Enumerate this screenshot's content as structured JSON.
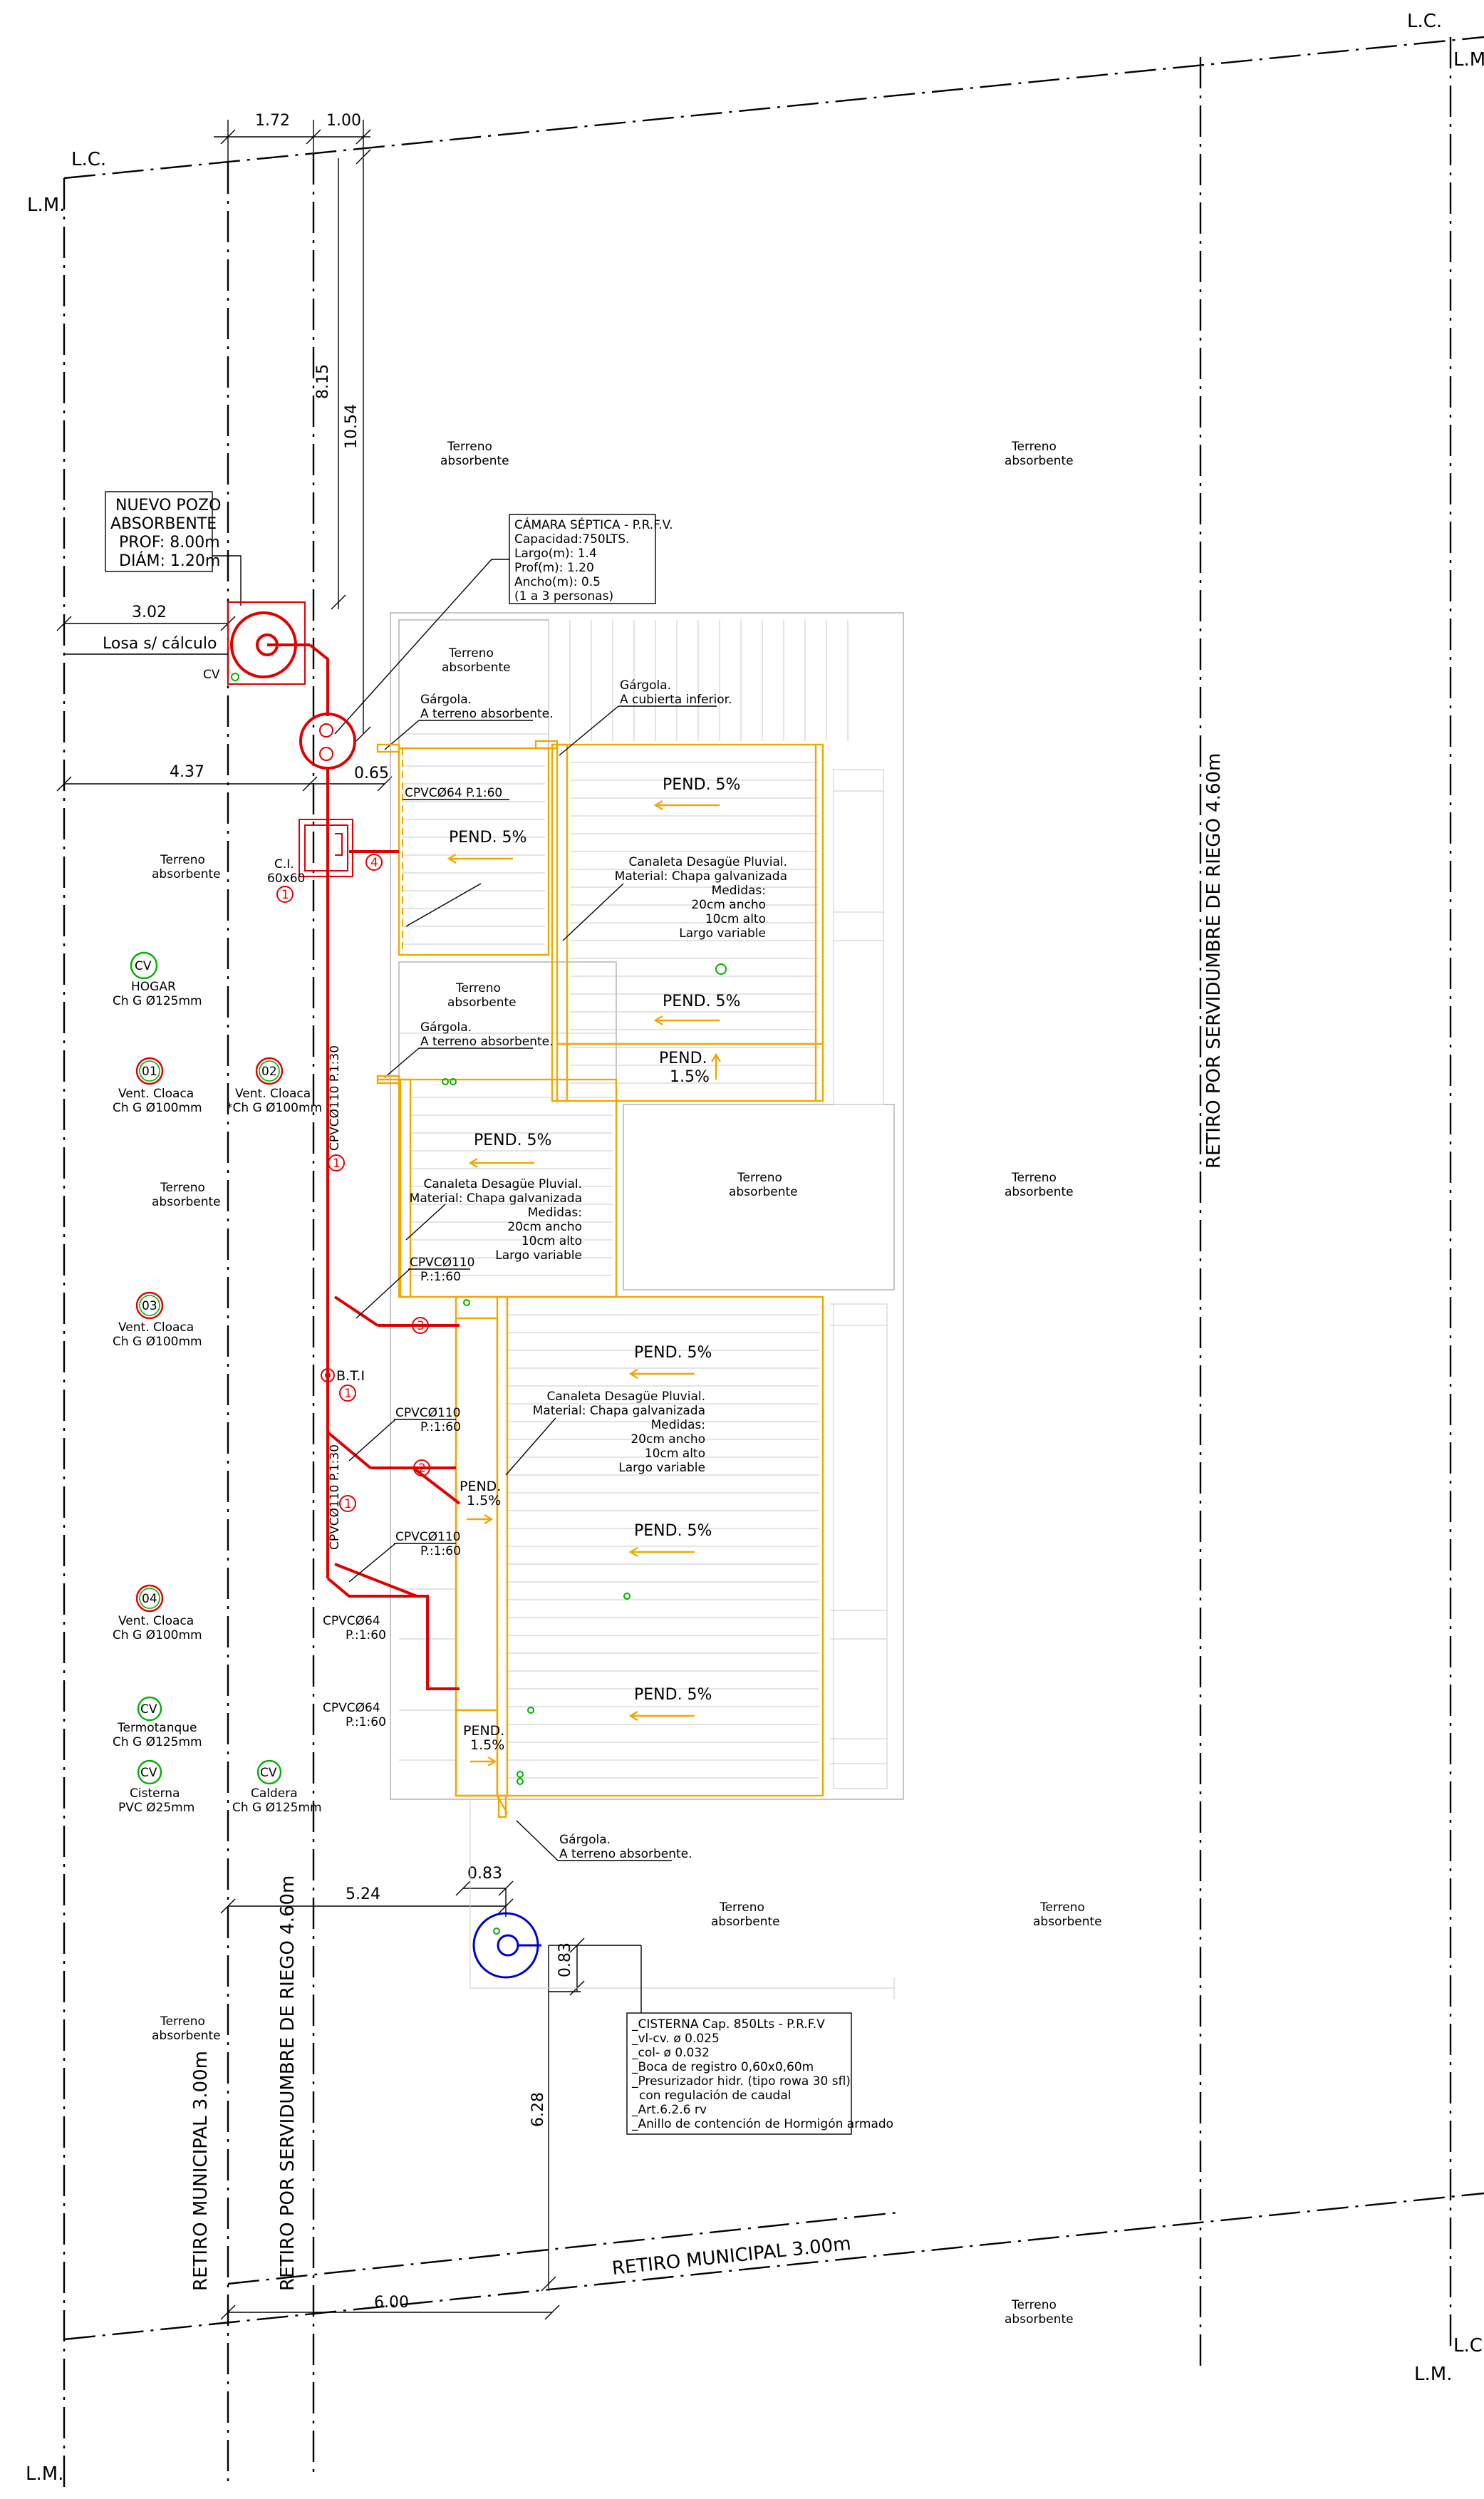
{
  "boundary": {
    "lc": "L.C.",
    "lm": "L.M.",
    "retiro_municipal": "RETIRO MUNICIPAL 3.00m",
    "retiro_riego": "RETIRO POR SERVIDUMBRE DE RIEGO 4.60m"
  },
  "dims": {
    "d172": "1.72",
    "d100": "1.00",
    "d815": "8.15",
    "d1054": "10.54",
    "d302": "3.02",
    "d437": "4.37",
    "d065": "0.65",
    "d524": "5.24",
    "d083": "0.83",
    "d083b": "0.83",
    "d628": "6.28",
    "d600": "6.00"
  },
  "terreno": {
    "l1": "Terreno",
    "l2": "absorbente"
  },
  "pozo": {
    "l1": "NUEVO POZO",
    "l2": "ABSORBENTE",
    "l3": "PROF: 8.00m",
    "l4": "DIÁM: 1.20m",
    "losa": "Losa s/ cálculo",
    "cv": "CV"
  },
  "camara": {
    "l1": "CÁMARA SÉPTICA - P.R.F.V.",
    "l2": "Capacidad:750LTS.",
    "l3": "Largo(m): 1.4",
    "l4": "Prof(m): 1.20",
    "l5": "Ancho(m): 0.5",
    "l6": "(1 a 3 personas)"
  },
  "gargola": {
    "t": "Gárgola.",
    "a_terreno": "A terreno absorbente.",
    "a_cubierta": "A cubierta inferior."
  },
  "pend": {
    "p5": "PEND. 5%",
    "pend": "PEND.",
    "p15": "1.5%"
  },
  "canaleta": {
    "l1": "Canaleta Desagüe Pluvial.",
    "l2": "Material: Chapa galvanizada",
    "l3": "Medidas:",
    "l4": "20cm ancho",
    "l5": "10cm alto",
    "l6": "Largo variable"
  },
  "pipes": {
    "cpvc64": "CPVCØ64 P.1:60",
    "cpvc110a": "CPVCØ110",
    "p160": "P.:1:60",
    "cpvc110v": "CPVCØ110 P.1:30",
    "cpvc64b": "CPVCØ64",
    "p160b": "P.:1:60",
    "cpvc110b": "CPVCØ110",
    "cpvc110c": "CPVCØ110"
  },
  "ci": {
    "l1": "C.I.",
    "l2": "60x60"
  },
  "bti": "B.T.I",
  "circ": {
    "c1": "1",
    "c2": "2",
    "c3": "3",
    "c4": "4"
  },
  "vents": {
    "cv": "CV",
    "hogar": "HOGAR",
    "hogar_d": "Ch G Ø125mm",
    "v01": "01",
    "v02": "02",
    "v03": "03",
    "v04": "04",
    "vent": "Vent. Cloaca",
    "d100": "Ch G Ø100mm",
    "d100b": "*Ch G Ø100mm",
    "termo": "Termotanque",
    "termo_d": "Ch G Ø125mm",
    "cisterna": "Cisterna",
    "cisterna_d": "PVC Ø25mm",
    "caldera": "Caldera",
    "caldera_d": "Ch G Ø125mm"
  },
  "cisterna_box": {
    "l1": "_CISTERNA Cap. 850Lts - P.R.F.V",
    "l2": "_vl-cv. ø 0.025",
    "l3": "_col- ø 0.032",
    "l4": "_Boca de registro 0,60x0,60m",
    "l5": "_Presurizador hidr. (tipo rowa 30 sfl)",
    "l6": "con regulación de caudal",
    "l7": "_Art.6.2.6 rv",
    "l8": "_Anillo de contención de Hormigón armado"
  }
}
